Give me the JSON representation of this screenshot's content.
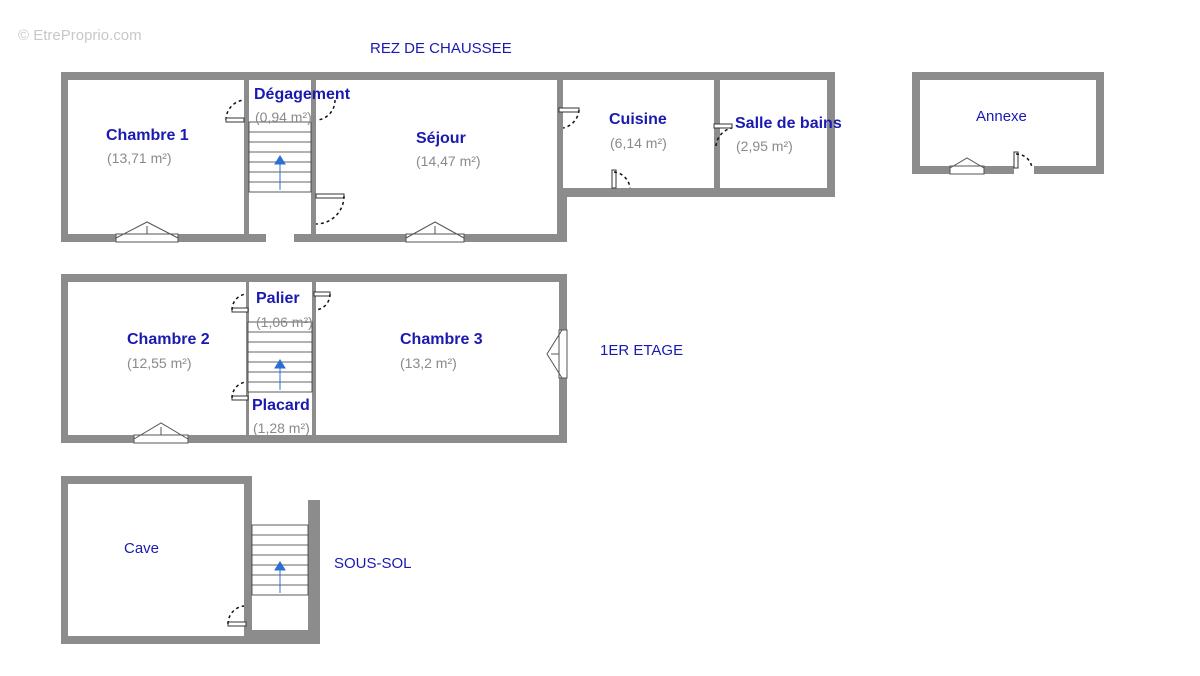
{
  "watermark": "© EtreProprio.com",
  "levels": {
    "rdc": "REZ DE CHAUSSEE",
    "etage": "1ER ETAGE",
    "soussol": "SOUS-SOL"
  },
  "rooms": {
    "chambre1": {
      "name": "Chambre 1",
      "area": "(13,71 m²)"
    },
    "degagement": {
      "name": "Dégagement",
      "area": "(0,94 m²)"
    },
    "sejour": {
      "name": "Séjour",
      "area": "(14,47 m²)"
    },
    "cuisine": {
      "name": "Cuisine",
      "area": "(6,14 m²)"
    },
    "sdb": {
      "name": "Salle de bains",
      "area": "(2,95 m²)"
    },
    "annexe": {
      "name": "Annexe"
    },
    "chambre2": {
      "name": "Chambre 2",
      "area": "(12,55 m²)"
    },
    "palier": {
      "name": "Palier",
      "area": "(1,06 m²)"
    },
    "chambre3": {
      "name": "Chambre 3",
      "area": "(13,2 m²)"
    },
    "placard": {
      "name": "Placard",
      "area": "(1,28 m²)"
    },
    "cave": {
      "name": "Cave"
    }
  }
}
